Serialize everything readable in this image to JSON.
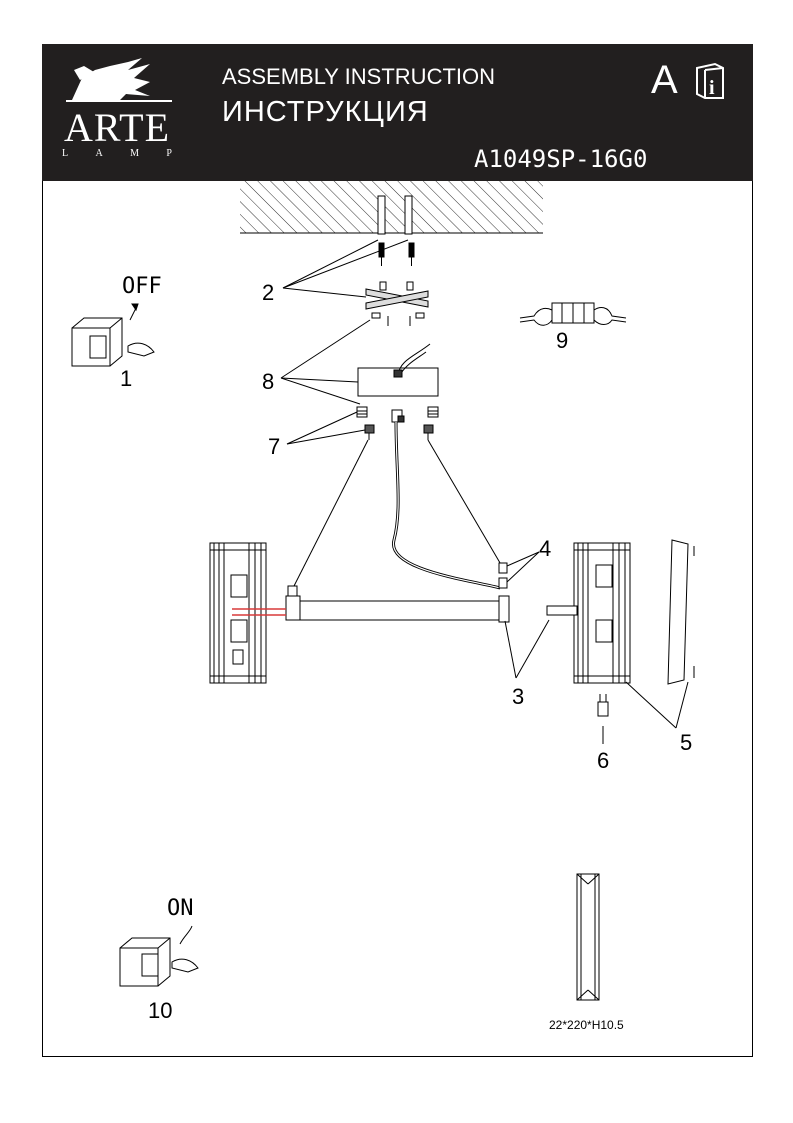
{
  "header": {
    "brand": "ARTE",
    "brand_sub": [
      "L",
      "A",
      "M",
      "P"
    ],
    "title_en": "ASSEMBLY INSTRUCTION",
    "title_ru": "ИНСТРУКЦИЯ",
    "model": "A1049SP-16G0",
    "lang": "A",
    "icons": [
      "winged-lion-logo",
      "info-book-icon"
    ]
  },
  "steps": {
    "switch_off": "OFF",
    "switch_on": "ON",
    "n1": "1",
    "n2": "2",
    "n3": "3",
    "n4": "4",
    "n5": "5",
    "n6": "6",
    "n7": "7",
    "n8": "8",
    "n9": "9",
    "n10": "10"
  },
  "dimensions": "22*220*H10.5",
  "colors": {
    "header_bg": "#221f1f",
    "accent_red": "#d83a3a"
  }
}
